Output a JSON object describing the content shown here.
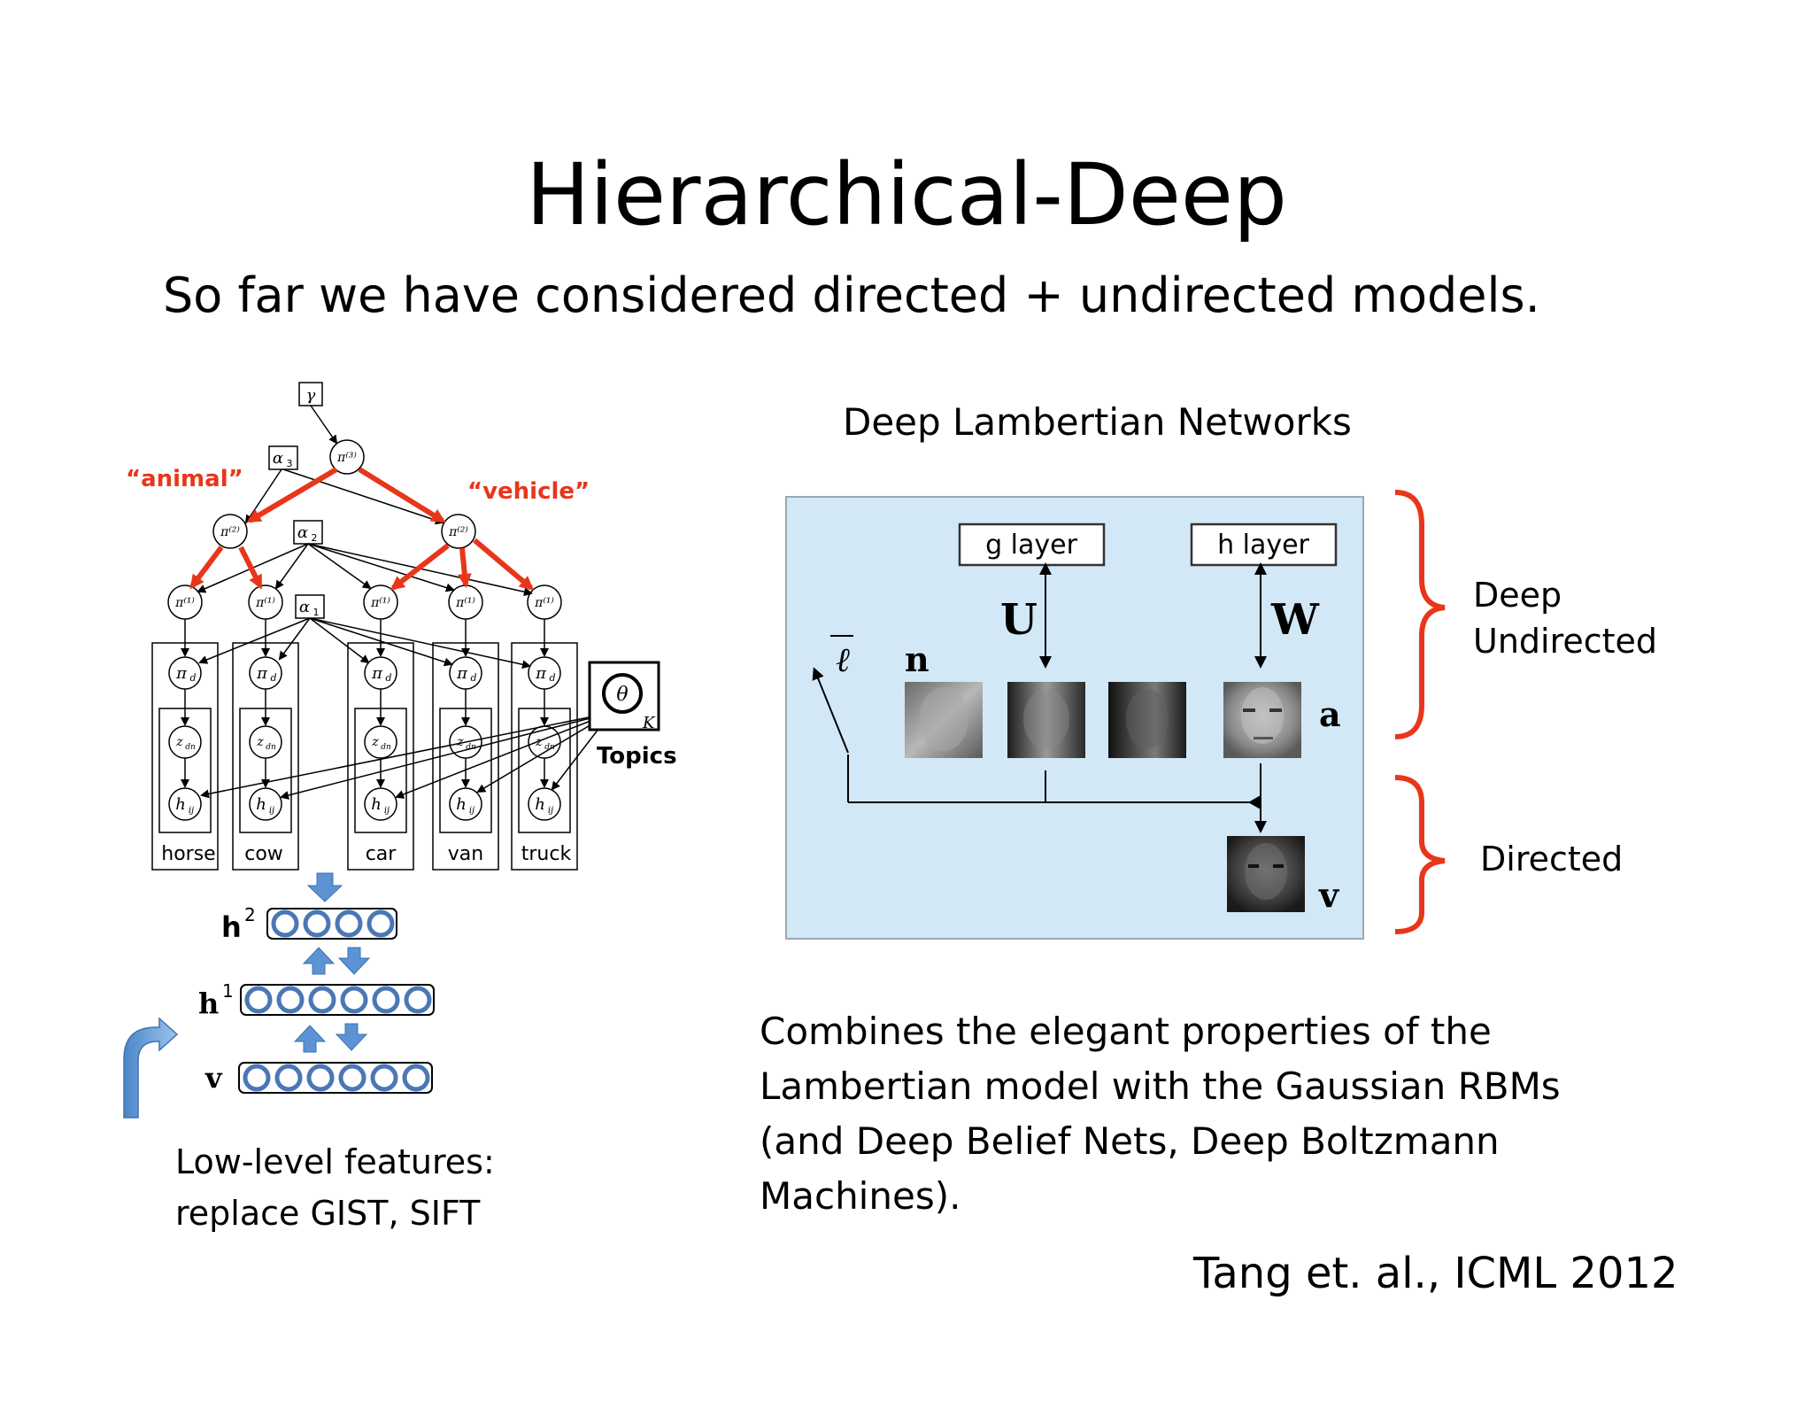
{
  "slide": {
    "title": "Hierarchical-Deep",
    "subtitle": "So far we have considered directed + undirected models."
  },
  "hdp": {
    "labels": {
      "animal": "“animal”",
      "vehicle": "“vehicle”",
      "topics": "Topics",
      "k": "K"
    },
    "categories": [
      "horse",
      "cow",
      "car",
      "van",
      "truck"
    ],
    "symbols": {
      "gamma": "γ",
      "alpha3": "α",
      "alpha3_sub": "3",
      "alpha2": "α",
      "alpha2_sub": "2",
      "alpha1": "α",
      "alpha1_sub": "1",
      "pi3": "π⁽³⁾",
      "pi2": "π⁽²⁾",
      "pi1": "π⁽¹⁾",
      "pid": "π",
      "pid_sub": "d",
      "zdn": "z",
      "zdn_sub": "dn",
      "hij": "h",
      "hij_sub": "ij",
      "theta": "θ"
    },
    "accent_color": "#e8361a"
  },
  "dbm": {
    "h2": "h",
    "h2_sup": "2",
    "h1": "h",
    "h1_sup": "1",
    "v": "v",
    "unit_color": "#4a78b4",
    "caption_line1": "Low-level features:",
    "caption_line2": "replace GIST, SIFT"
  },
  "dln": {
    "heading": "Deep Lambertian Networks",
    "g_layer": "g layer",
    "h_layer": "h layer",
    "U": "U",
    "W": "W",
    "n": "n",
    "a": "a",
    "v": "v",
    "ell": "ℓ",
    "bg_color": "#d3e8f6",
    "brace_color": "#e8361a",
    "deep_undirected_line1": "Deep",
    "deep_undirected_line2": "Undirected",
    "directed": "Directed"
  },
  "body_text": {
    "line1": "Combines the elegant properties of the",
    "line2": "Lambertian model with the Gaussian RBMs",
    "line3": "(and Deep Belief Nets, Deep Boltzmann",
    "line4": "Machines)."
  },
  "citation": "Tang et. al., ICML 2012"
}
